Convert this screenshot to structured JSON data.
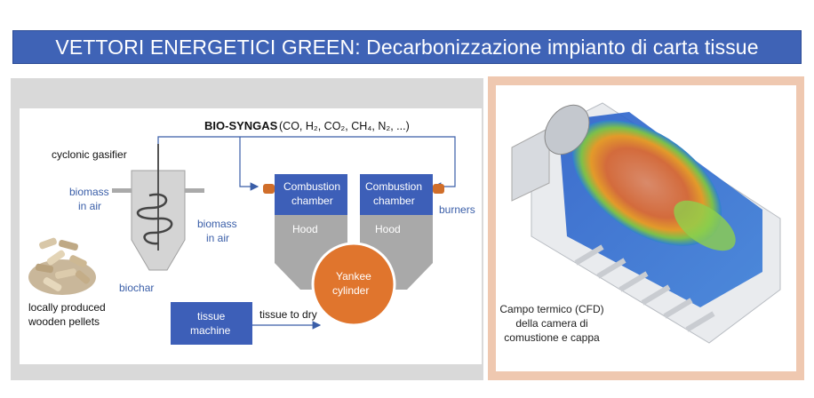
{
  "title": "VETTORI ENERGETICI GREEN: Decarbonizzazione impianto di carta tissue",
  "diagram": {
    "syngas_label": "BIO-SYNGAS",
    "syngas_composition": "(CO, H₂, CO₂, CH₄, N₂, ...)",
    "gasifier_label": "cyclonic gasifier",
    "biomass_air_left_1": "biomass",
    "biomass_air_left_2": "in air",
    "biomass_air_right_1": "biomass",
    "biomass_air_right_2": "in air",
    "biochar_label": "biochar",
    "pellets_line1": "locally produced",
    "pellets_line2": "wooden pellets",
    "combustion_left_1": "Combustion",
    "combustion_left_2": "chamber",
    "combustion_right_1": "Combustion",
    "combustion_right_2": "chamber",
    "hood_left": "Hood",
    "hood_right": "Hood",
    "burners_label": "burners",
    "yankee_1": "Yankee",
    "yankee_2": "cylinder",
    "tissue_machine_1": "tissue",
    "tissue_machine_2": "machine",
    "tissue_to_dry": "tissue to dry"
  },
  "cfd": {
    "caption_1": "Campo termico (CFD)",
    "caption_2": "della camera di",
    "caption_3": "comustione e cappa"
  },
  "colors": {
    "title_bg": "#3f63b6",
    "chamber_blue": "#3d5fb8",
    "hood_gray": "#a9a9a9",
    "yankee_orange": "#e0752d",
    "right_frame": "#efc8b0",
    "line_blue": "#3a5ea8"
  }
}
